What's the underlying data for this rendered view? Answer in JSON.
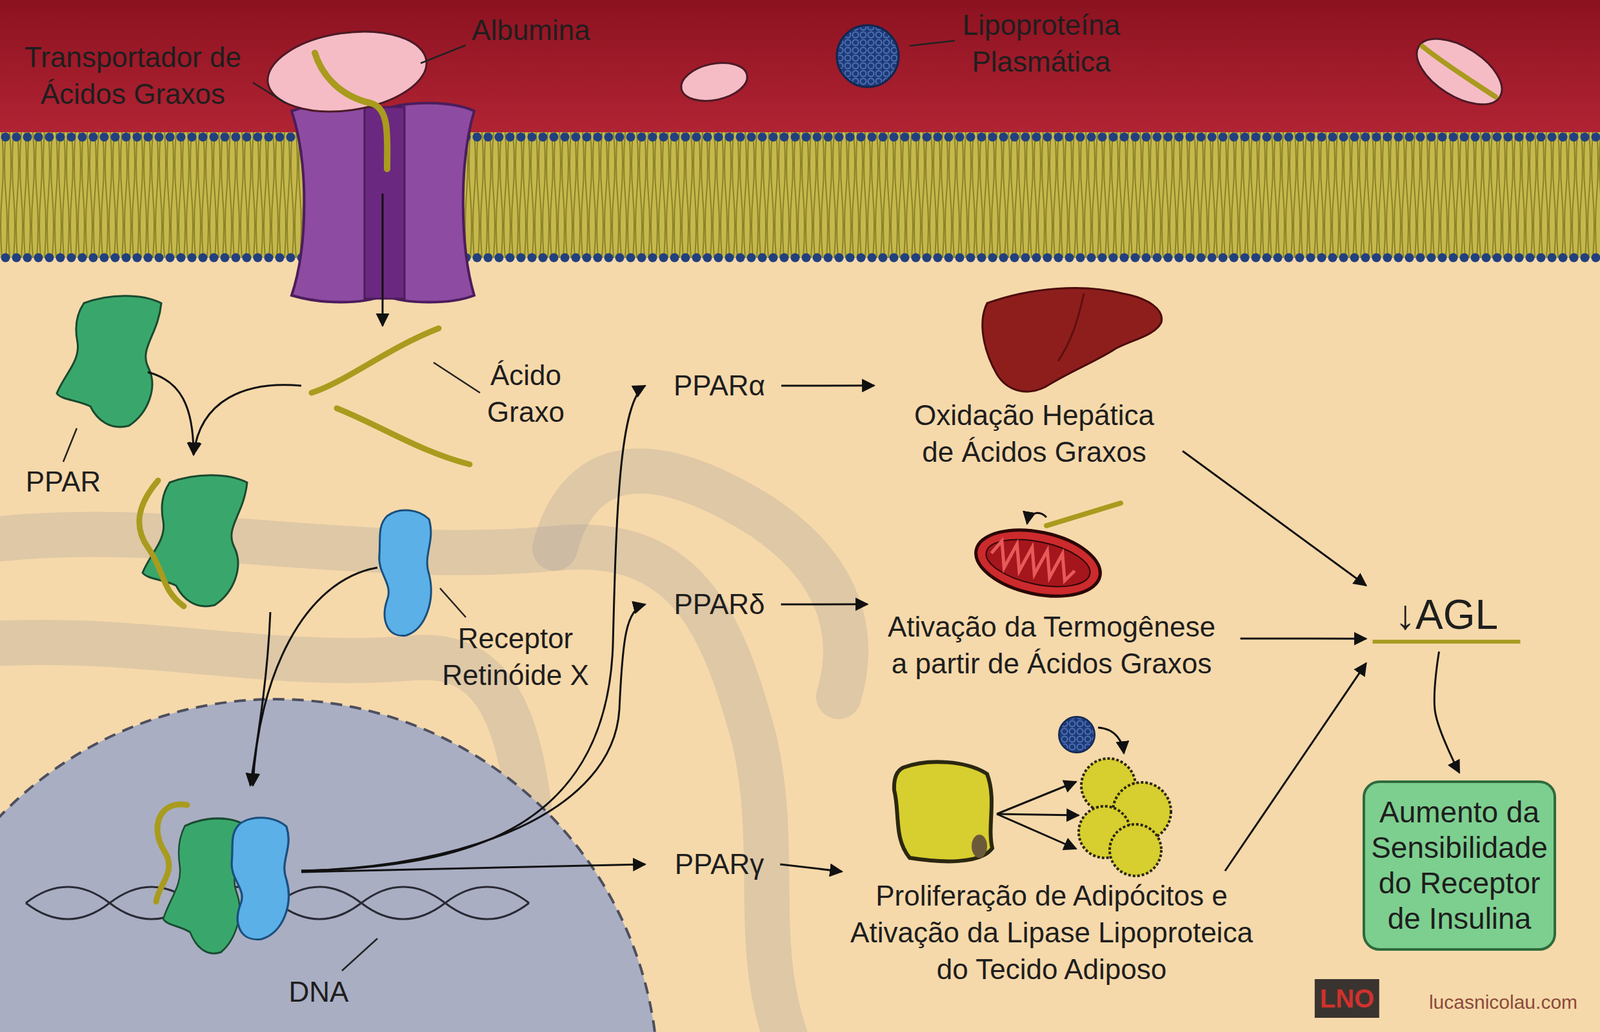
{
  "diagram": {
    "nodes": [
      {
        "text": [
          "PPARα"
        ]
      },
      {
        "text": [
          "Oxidação Hepática de Ácidos Graxos"
        ]
      },
      {
        "text": [
          "PPARδ"
        ]
      },
      {
        "text": [
          "Ativação da Termogênese a partir de Ácidos Graxos"
        ]
      },
      {
        "text": [
          "PPARγ"
        ]
      },
      {
        "text": [
          "Proliferação de Adipócitos e Ativação da Lipase Lipoproteica do Tecido Adiposo"
        ]
      },
      {
        "text": [
          "↓AGL"
        ]
      },
      {
        "text": [
          "Aumento da Sensibilidade do Receptor de Insulina"
        ]
      }
    ],
    "edges": [
      {
        "from": 0,
        "to": 1,
        "arrow": "to"
      },
      {
        "from": 2,
        "to": 3,
        "arrow": "to"
      },
      {
        "from": 4,
        "to": 5,
        "arrow": "to"
      },
      {
        "from": 1,
        "to": 6,
        "arrow": "to"
      },
      {
        "from": 3,
        "to": 6,
        "arrow": "to"
      },
      {
        "from": 5,
        "to": 6,
        "arrow": "to"
      },
      {
        "from": 6,
        "to": 7,
        "arrow": "to"
      }
    ],
    "labels": [
      "Transportador de Ácidos Graxos",
      "Albumina",
      "Lipoproteína Plasmática",
      "Ácido Graxo",
      "PPAR",
      "Receptor Retinóide X",
      "DNA",
      "LNO",
      "lucasnicolau.com"
    ]
  }
}
